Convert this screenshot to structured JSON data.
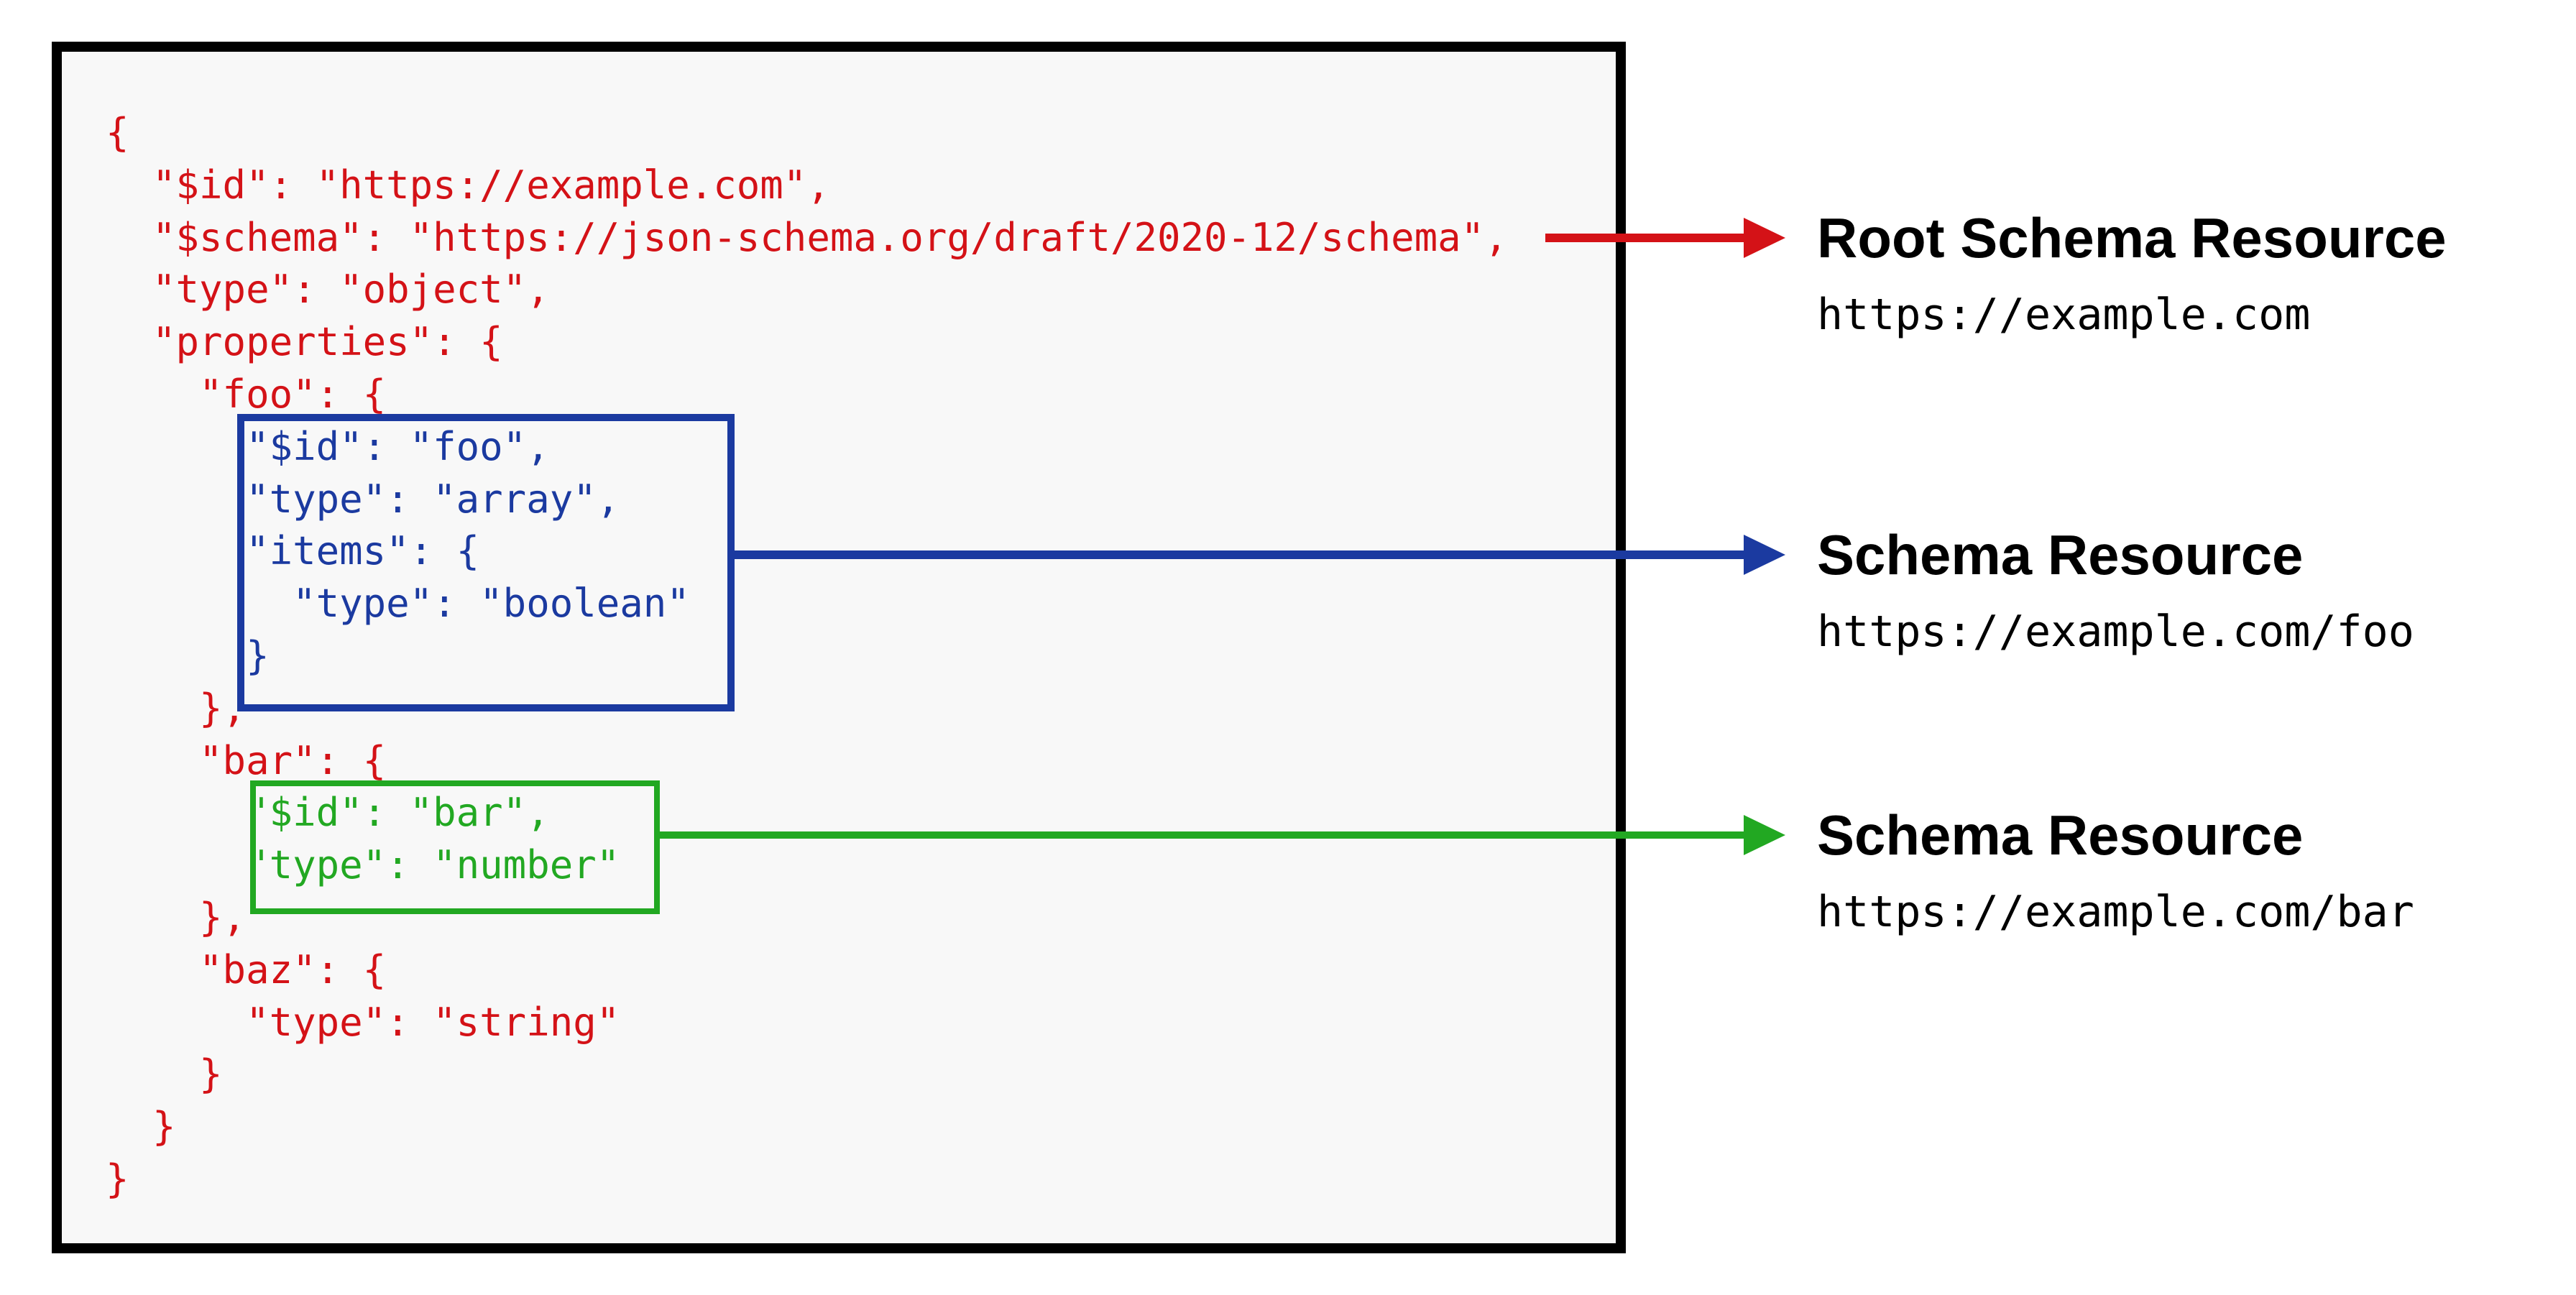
{
  "colors": {
    "red": "#d41217",
    "blue": "#1b3aa0",
    "green": "#22a822",
    "black": "#000000",
    "frame_bg": "#f8f8f8"
  },
  "code": {
    "lines": [
      {
        "text": "{",
        "group": "red"
      },
      {
        "text": "  \"$id\": \"https://example.com\",",
        "group": "red"
      },
      {
        "text": "  \"$schema\": \"https://json-schema.org/draft/2020-12/schema\",",
        "group": "red"
      },
      {
        "text": "  \"type\": \"object\",",
        "group": "red"
      },
      {
        "text": "  \"properties\": {",
        "group": "red"
      },
      {
        "text": "    \"foo\": {",
        "group": "red"
      },
      {
        "text": "      \"$id\": \"foo\",",
        "group": "blue"
      },
      {
        "text": "      \"type\": \"array\",",
        "group": "blue"
      },
      {
        "text": "      \"items\": {",
        "group": "blue"
      },
      {
        "text": "        \"type\": \"boolean\"",
        "group": "blue"
      },
      {
        "text": "      }",
        "group": "blue"
      },
      {
        "text": "    },",
        "group": "red"
      },
      {
        "text": "    \"bar\": {",
        "group": "red"
      },
      {
        "text": "      \"$id\": \"bar\",",
        "group": "green"
      },
      {
        "text": "      \"type\": \"number\"",
        "group": "green"
      },
      {
        "text": "    },",
        "group": "red"
      },
      {
        "text": "    \"baz\": {",
        "group": "red"
      },
      {
        "text": "      \"type\": \"string\"",
        "group": "red"
      },
      {
        "text": "    }",
        "group": "red"
      },
      {
        "text": "  }",
        "group": "red"
      },
      {
        "text": "}",
        "group": "red"
      }
    ]
  },
  "annotations": [
    {
      "title": "Root Schema Resource",
      "url": "https://example.com",
      "color": "red"
    },
    {
      "title": "Schema Resource",
      "url": "https://example.com/foo",
      "color": "blue"
    },
    {
      "title": "Schema Resource",
      "url": "https://example.com/bar",
      "color": "green"
    }
  ]
}
